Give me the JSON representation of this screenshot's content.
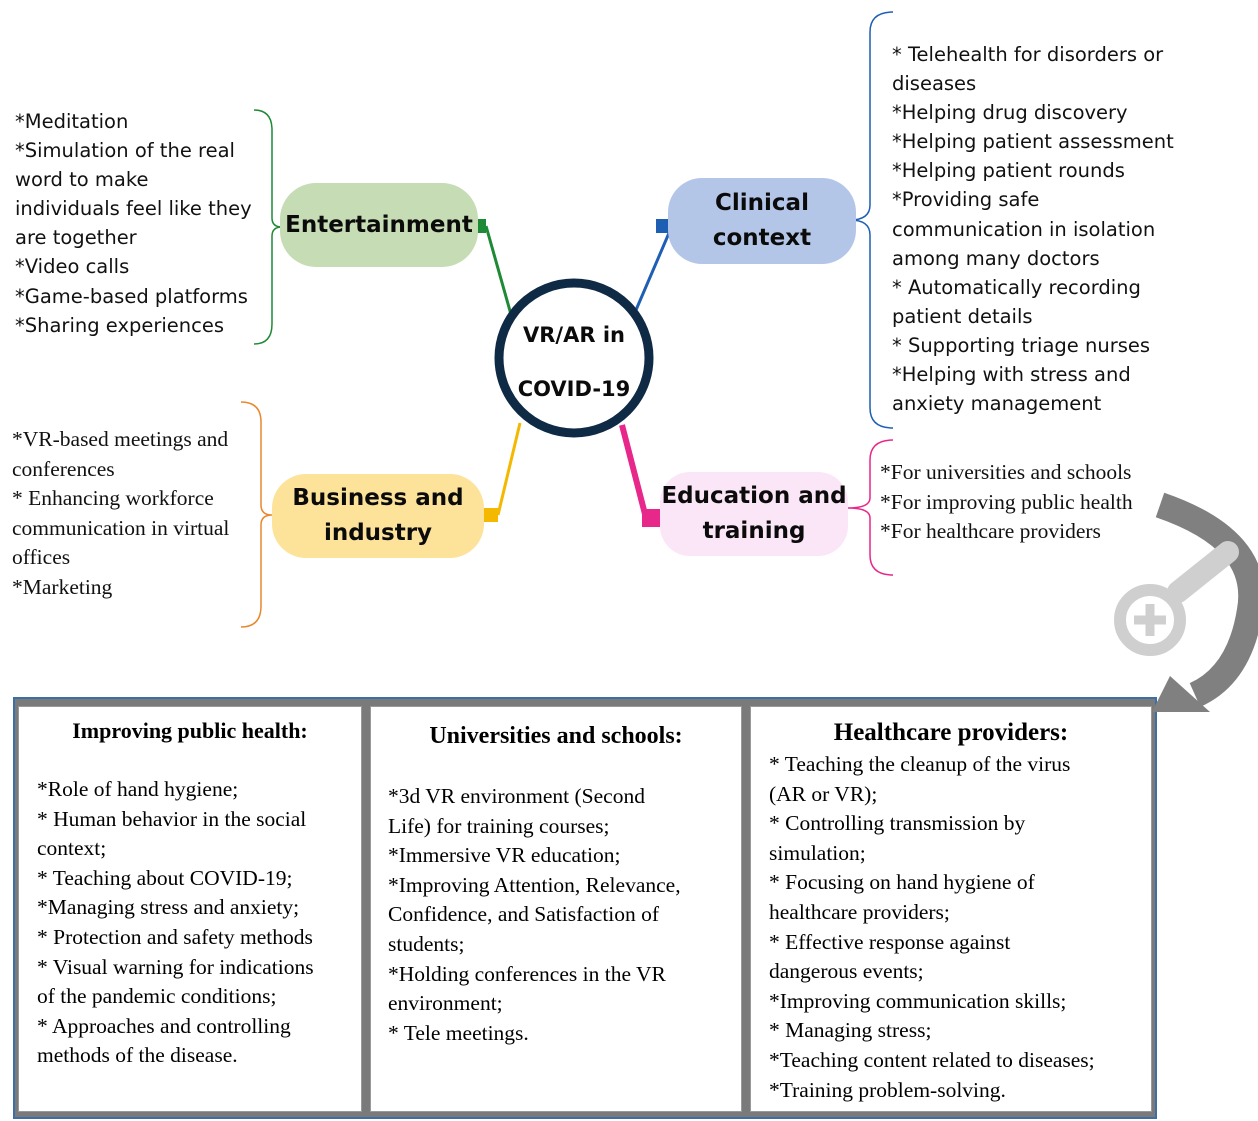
{
  "center": {
    "line1": "VR/AR in",
    "line2": "COVID-19"
  },
  "branches": {
    "entertainment": {
      "label": "Entertainment",
      "color": "#1e8a35",
      "fill": "#c6dcb4",
      "items": [
        "*Meditation",
        "*Simulation of the real",
        "word to make",
        "individuals feel like they",
        "are together",
        "*Video calls",
        "*Game-based platforms",
        "*Sharing experiences"
      ]
    },
    "clinical": {
      "label_line1": "Clinical",
      "label_line2": "context",
      "color": "#1f5fb3",
      "fill": "#b4c6e7",
      "items": [
        "* Telehealth for disorders or",
        "diseases",
        "*Helping drug discovery",
        "*Helping patient assessment",
        "*Helping patient rounds",
        "*Providing safe",
        "communication in isolation",
        "among many doctors",
        "* Automatically recording",
        "patient details",
        "* Supporting triage nurses",
        "*Helping with stress and",
        "anxiety management"
      ]
    },
    "business": {
      "label_line1": "Business and",
      "label_line2": "industry",
      "color": "#f5b800",
      "fill": "#fde39a",
      "bracket_color": "#e8872d",
      "items": [
        "*VR-based meetings and",
        "conferences",
        "* Enhancing workforce",
        "communication in virtual",
        "offices",
        "*Marketing"
      ]
    },
    "education": {
      "label_line1": "Education and",
      "label_line2": "training",
      "color": "#e8278a",
      "fill": "#fbe6f8",
      "items": [
        "*For universities and schools",
        "*For improving public health",
        "*For healthcare providers"
      ]
    }
  },
  "panels": {
    "public_health": {
      "title": "Improving public health:",
      "items": [
        "*Role of hand hygiene;",
        "* Human behavior in the social",
        "context;",
        "* Teaching about COVID-19;",
        "*Managing stress and anxiety;",
        "* Protection and safety methods",
        "* Visual warning for indications",
        "of the pandemic conditions;",
        "* Approaches and controlling",
        "methods of the disease."
      ]
    },
    "universities": {
      "title": "Universities and schools:",
      "items": [
        "*3d VR environment (Second",
        "Life) for training courses;",
        "*Immersive VR education;",
        "*Improving Attention, Relevance,",
        "Confidence, and Satisfaction of",
        "students;",
        "*Holding conferences in the VR",
        "environment;",
        "* Tele meetings."
      ]
    },
    "healthcare": {
      "title": "Healthcare providers:",
      "items": [
        "* Teaching the cleanup of the virus",
        "(AR or VR);",
        "* Controlling transmission by",
        "simulation;",
        "* Focusing on hand hygiene of",
        "healthcare providers;",
        "* Effective response against",
        "dangerous events;",
        "*Improving communication skills;",
        "* Managing stress;",
        "*Teaching content related to diseases;",
        "*Training problem-solving."
      ]
    }
  },
  "colors": {
    "center_ring": "#0f2a44",
    "panel_frame": "#7a7a7a",
    "panel_frame_edge": "#3d6fa6",
    "arrow": "#808080",
    "zoom_icon": "#cfcfcf"
  },
  "icons": [
    "zoom-in-icon",
    "curved-arrow-icon"
  ]
}
